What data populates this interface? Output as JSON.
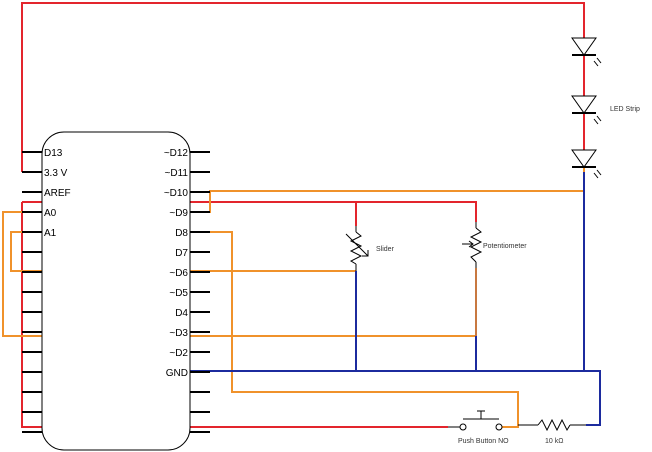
{
  "board": {
    "left_pins": [
      "D13",
      "3.3 V",
      "AREF",
      "A0",
      "A1"
    ],
    "right_pins": [
      "~D12",
      "~D11",
      "~D10",
      "~D9",
      "D8",
      "D7",
      "~D6",
      "~D5",
      "D4",
      "~D3",
      "~D2",
      "GND"
    ]
  },
  "components": {
    "led_strip": "LED Strip",
    "slider": "Slider",
    "potentiometer": "Potentiometer",
    "push_button": "Push Button NO",
    "resistor": "10 kΩ"
  },
  "colors": {
    "power": "#e3252d",
    "signal": "#f0922b",
    "ground": "#1c2b9e",
    "resistor_lead": "#c87840",
    "outline": "#000000"
  }
}
